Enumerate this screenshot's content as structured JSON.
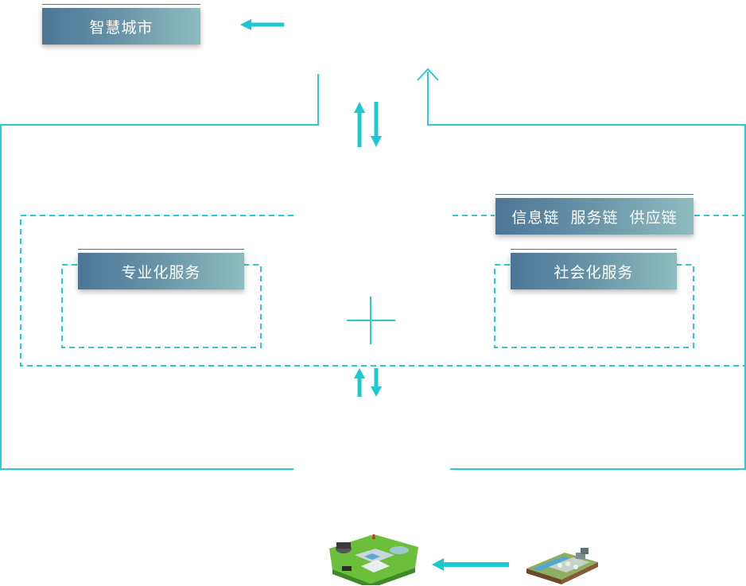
{
  "labels": {
    "smart_city": "智慧城市",
    "chains": "信息链  服务链  供应链",
    "professional_service": "专业化服务",
    "social_service": "社会化服务"
  },
  "colors": {
    "line": "#2ecad3",
    "arrow": "#1ec8cf",
    "label_start": "#4d7696",
    "label_end": "#8fbcc0"
  },
  "icons": {
    "plant": "water-treatment-plant-icon",
    "facility": "pipeline-facility-icon"
  }
}
